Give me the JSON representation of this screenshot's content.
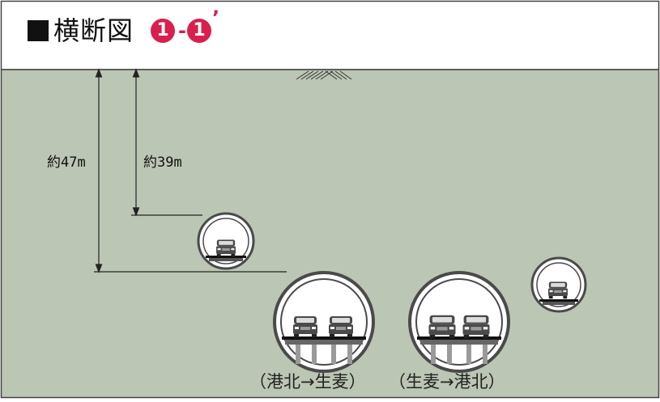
{
  "header": {
    "title": "横断図",
    "section_from": "1",
    "section_sep": "-",
    "section_to": "1",
    "section_prime": "’",
    "accent_color": "#d81f4e"
  },
  "diagram": {
    "ground_color": "#bcc6b4",
    "depth_labels": [
      "約47m",
      "約39m"
    ],
    "captions": [
      "（港北→生麦）",
      "（生麦→港北）"
    ]
  }
}
